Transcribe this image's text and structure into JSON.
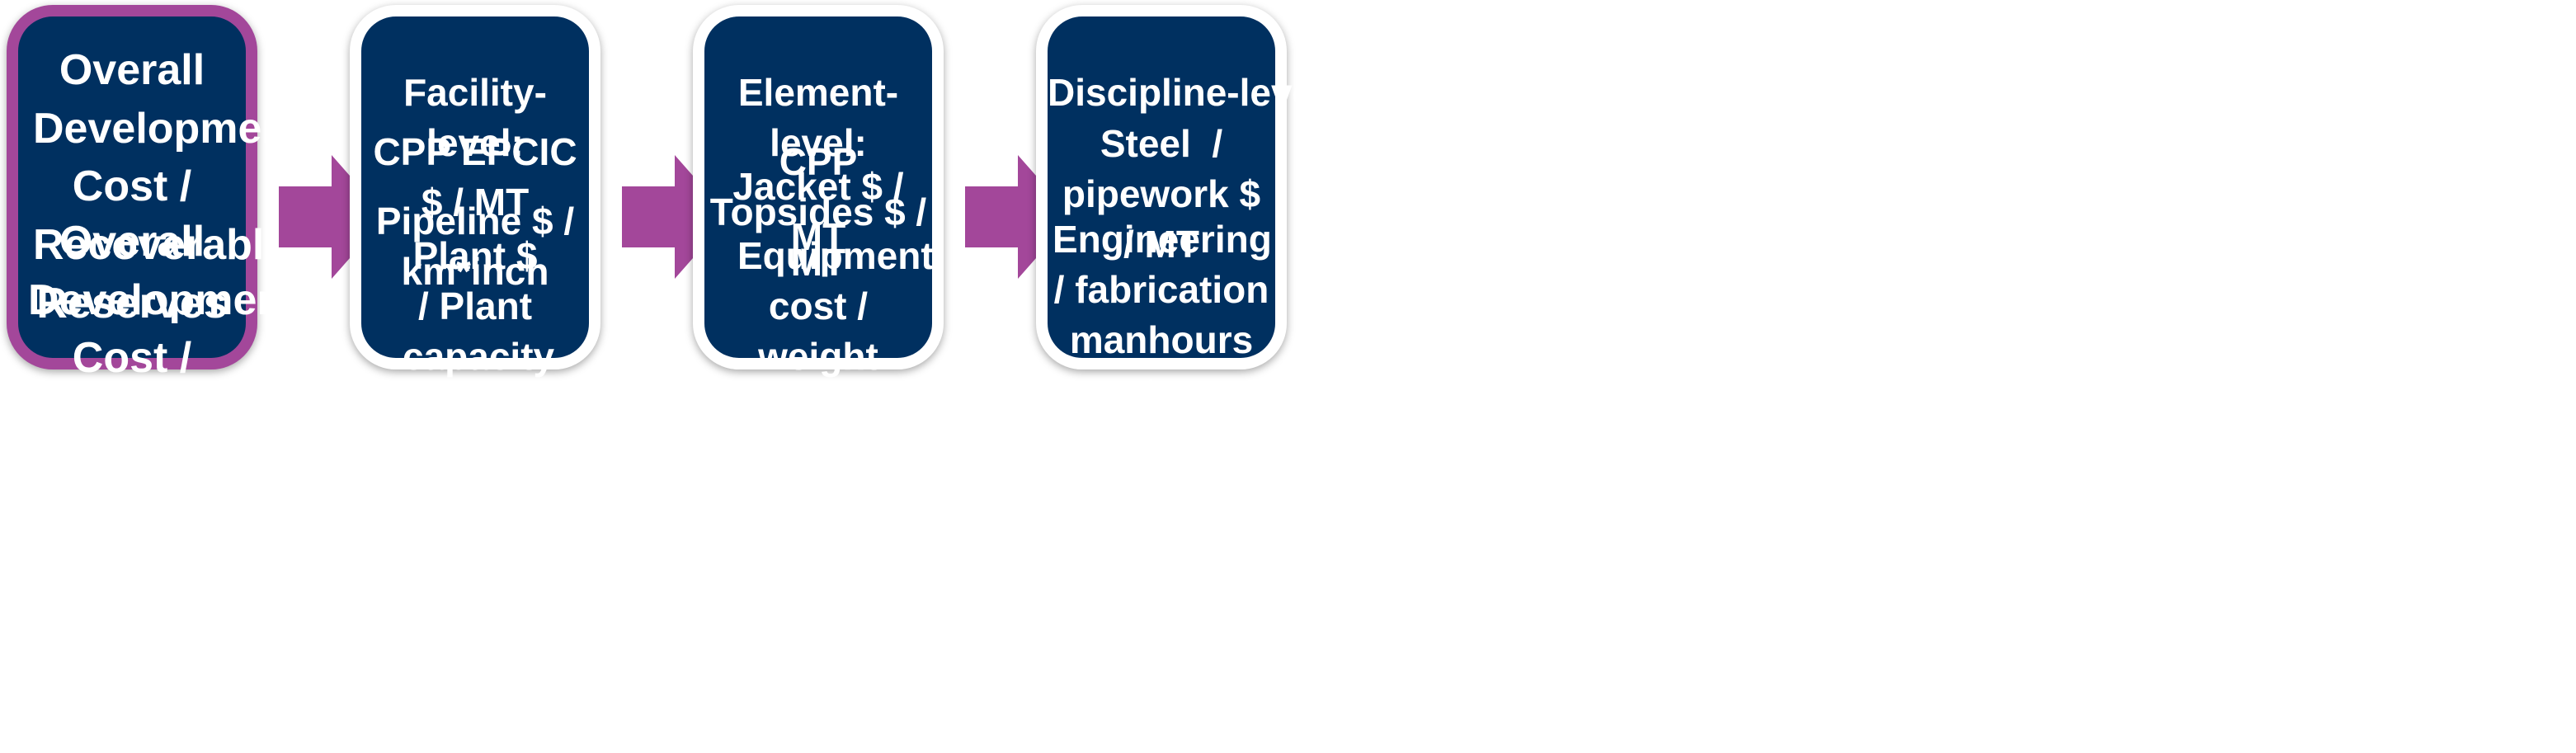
{
  "cards": [
    {
      "lines": [
        "Overall Development Cost / Recoverable Reserves",
        "Overall Development Cost / Overall Duration"
      ]
    },
    {
      "heading": "Facility-level:",
      "lines": [
        "CPP EPCIC $ / MT",
        "Pipeline $ / km*inch",
        "Plant $ / Plant capacity"
      ]
    },
    {
      "heading": "Element-level:",
      "lines": [
        "CPP Topsides $ / MT",
        "Jacket $ / MT",
        "Equipment cost / weight"
      ]
    },
    {
      "heading": "Discipline-level  Cost:",
      "lines": [
        "Steel  / pipework $ / MT",
        "Engineering / fabrication manhours per tonne"
      ]
    }
  ],
  "colors": {
    "card_fill": "#003060",
    "highlight_border": "#a3479a",
    "arrow": "#a3479a",
    "text": "#ffffff"
  }
}
